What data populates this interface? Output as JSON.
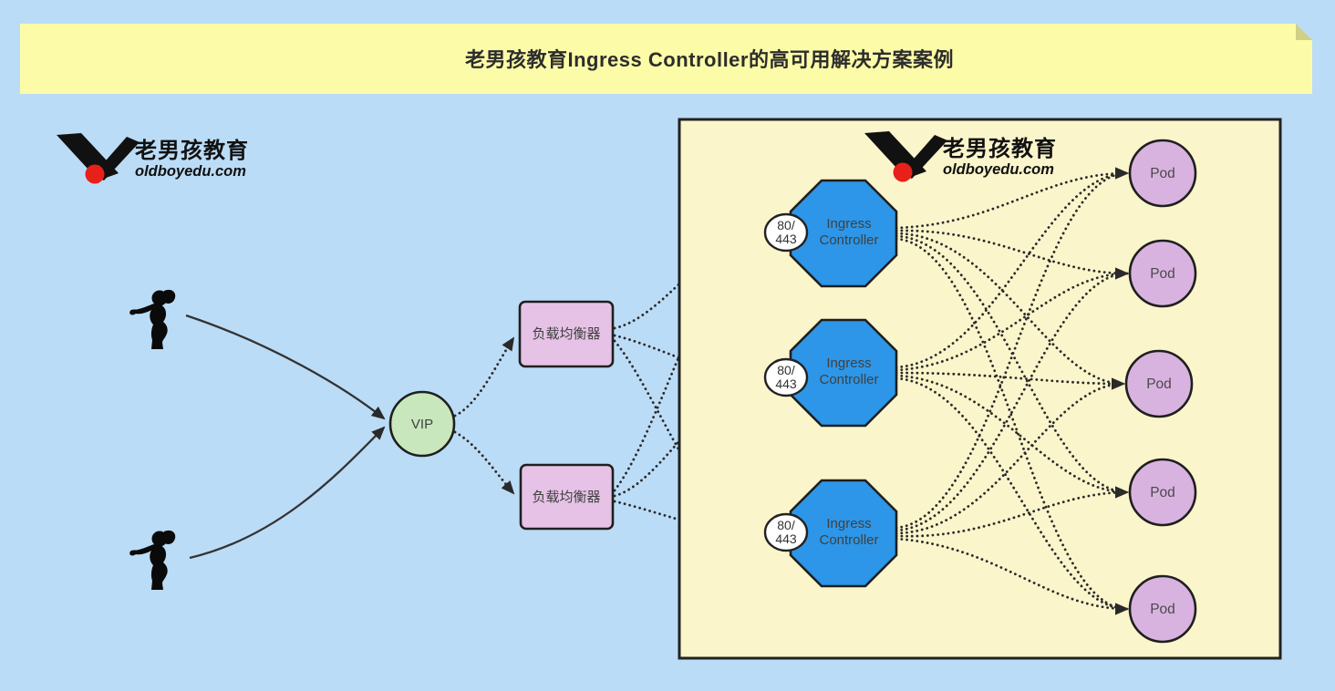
{
  "banner": {
    "title": "老男孩教育Ingress Controller的高可用解决方案案例"
  },
  "logos": [
    {
      "cn": "老男孩教育",
      "domain": "oldboyedu.com"
    },
    {
      "cn": "老男孩教育",
      "domain": "oldboyedu.com"
    }
  ],
  "nodes": {
    "vip": "VIP",
    "load_balancers": [
      "负载均衡器",
      "负载均衡器"
    ],
    "ingress_controllers": [
      {
        "port_line1": "80/",
        "port_line2": "443",
        "label_line1": "Ingress",
        "label_line2": "Controller"
      },
      {
        "port_line1": "80/",
        "port_line2": "443",
        "label_line1": "Ingress",
        "label_line2": "Controller"
      },
      {
        "port_line1": "80/",
        "port_line2": "443",
        "label_line1": "Ingress",
        "label_line2": "Controller"
      }
    ],
    "pods": [
      "Pod",
      "Pod",
      "Pod",
      "Pod",
      "Pod"
    ]
  },
  "colors": {
    "background": "#bbdcf7",
    "banner": "#fcfca8",
    "banner_fold": "#cfcf86",
    "panel": "#fbf5cb",
    "vip": "#c9e7bc",
    "load_balancer": "#e6c3e6",
    "ingress": "#2d96e8",
    "pod": "#d9b3e0",
    "port_badge": "#ffffff",
    "logo_red": "#e8201a",
    "line": "#2a2a2a"
  }
}
